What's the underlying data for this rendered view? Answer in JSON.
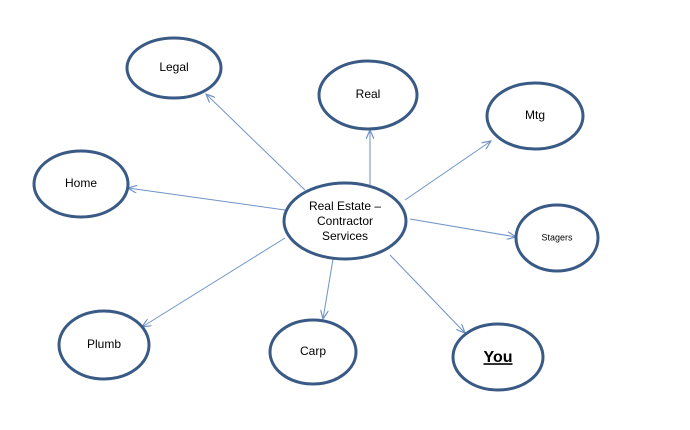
{
  "colors": {
    "node_stroke": "#3a5a86",
    "edge": "#6f93c6",
    "text": "#000000",
    "background": "#ffffff"
  },
  "diagram": {
    "center": {
      "lines": [
        "Real Estate –",
        "Contractor",
        "Services"
      ]
    },
    "nodes": {
      "legal": "Legal",
      "real": "Real",
      "mtg": "Mtg",
      "home": "Home",
      "stagers": "Stagers",
      "plumb": "Plumb",
      "carp": "Carp",
      "you": "You"
    }
  }
}
